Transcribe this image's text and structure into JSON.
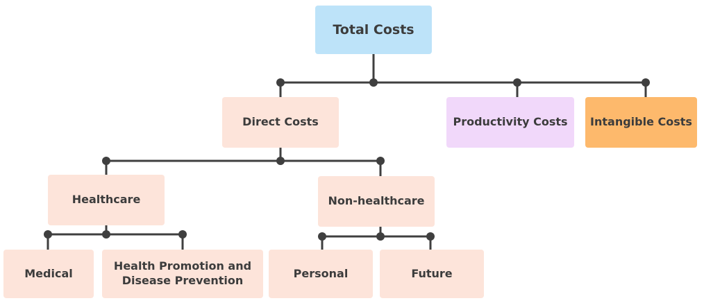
{
  "diagram": {
    "nodes": {
      "total": {
        "label": "Total Costs",
        "color": "#bde3f9"
      },
      "direct": {
        "label": "Direct Costs",
        "color": "#fde4da"
      },
      "productivity": {
        "label": "Productivity  Costs",
        "color": "#f1d8fa"
      },
      "intangible": {
        "label": "Intangible  Costs",
        "color": "#fdb96c"
      },
      "healthcare": {
        "label": "Healthcare",
        "color": "#fde4da"
      },
      "nonhealthcare": {
        "label": "Non-healthcare",
        "color": "#fde4da"
      },
      "medical": {
        "label": "Medical",
        "color": "#fde4da"
      },
      "promotion": {
        "label": "Health Promotion and\nDisease Prevention",
        "color": "#fde4da"
      },
      "personal": {
        "label": "Personal",
        "color": "#fde4da"
      },
      "future": {
        "label": "Future",
        "color": "#fde4da"
      }
    },
    "connector_color": "#3f3f3f"
  }
}
